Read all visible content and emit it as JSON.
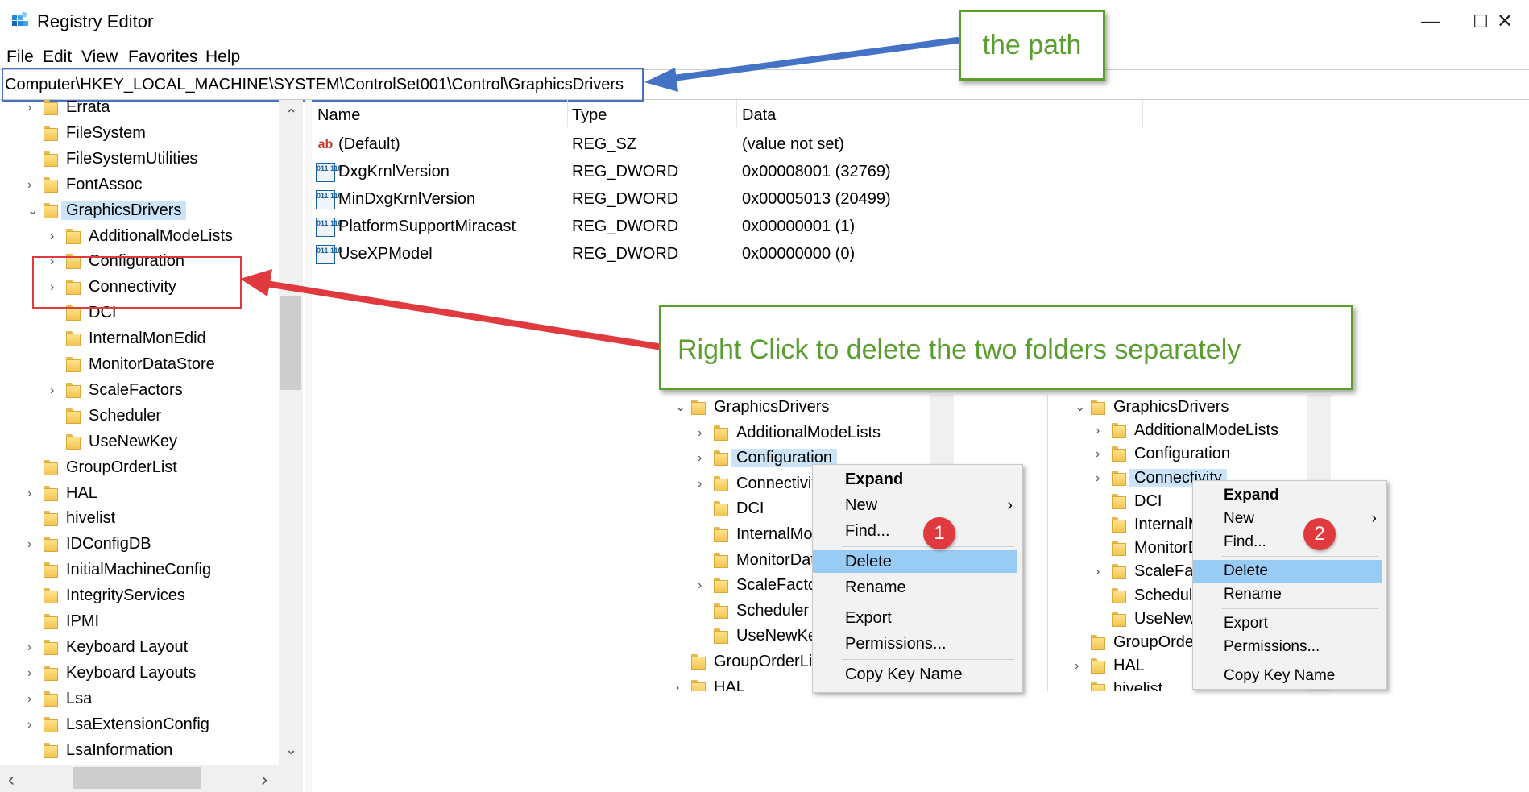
{
  "window": {
    "title": "Registry Editor",
    "minimize_glyph": "—",
    "maximize_glyph": "☐",
    "close_glyph": "✕"
  },
  "menu": [
    "File",
    "Edit",
    "View",
    "Favorites",
    "Help"
  ],
  "address": "Computer\\HKEY_LOCAL_MACHINE\\SYSTEM\\ControlSet001\\Control\\GraphicsDrivers",
  "tree": [
    {
      "label": "Errata",
      "expander": "›"
    },
    {
      "label": "FileSystem",
      "expander": ""
    },
    {
      "label": "FileSystemUtilities",
      "expander": ""
    },
    {
      "label": "FontAssoc",
      "expander": "›"
    },
    {
      "label": "GraphicsDrivers",
      "expander": "⌄"
    },
    {
      "label": "AdditionalModeLists",
      "expander": "›"
    },
    {
      "label": "Configuration",
      "expander": "›"
    },
    {
      "label": "Connectivity",
      "expander": "›"
    },
    {
      "label": "DCI",
      "expander": ""
    },
    {
      "label": "InternalMonEdid",
      "expander": ""
    },
    {
      "label": "MonitorDataStore",
      "expander": ""
    },
    {
      "label": "ScaleFactors",
      "expander": "›"
    },
    {
      "label": "Scheduler",
      "expander": ""
    },
    {
      "label": "UseNewKey",
      "expander": ""
    },
    {
      "label": "GroupOrderList",
      "expander": ""
    },
    {
      "label": "HAL",
      "expander": "›"
    },
    {
      "label": "hivelist",
      "expander": ""
    },
    {
      "label": "IDConfigDB",
      "expander": "›"
    },
    {
      "label": "InitialMachineConfig",
      "expander": ""
    },
    {
      "label": "IntegrityServices",
      "expander": ""
    },
    {
      "label": "IPMI",
      "expander": ""
    },
    {
      "label": "Keyboard Layout",
      "expander": "›"
    },
    {
      "label": "Keyboard Layouts",
      "expander": "›"
    },
    {
      "label": "Lsa",
      "expander": "›"
    },
    {
      "label": "LsaExtensionConfig",
      "expander": "›"
    },
    {
      "label": "LsaInformation",
      "expander": ""
    }
  ],
  "scroll_glyphs": {
    "up": "⌃",
    "down": "⌄",
    "left": "‹",
    "right": "›"
  },
  "columns": {
    "name": "Name",
    "type": "Type",
    "data": "Data"
  },
  "values": [
    {
      "icon": "string-value-icon",
      "glyph": "ab",
      "name": "(Default)",
      "type": "REG_SZ",
      "data": "(value not set)"
    },
    {
      "icon": "dword-value-icon",
      "glyph": "011 110",
      "name": "DxgKrnlVersion",
      "type": "REG_DWORD",
      "data": "0x00008001 (32769)"
    },
    {
      "icon": "dword-value-icon",
      "glyph": "011 110",
      "name": "MinDxgKrnlVersion",
      "type": "REG_DWORD",
      "data": "0x00005013 (20499)"
    },
    {
      "icon": "dword-value-icon",
      "glyph": "011 110",
      "name": "PlatformSupportMiracast",
      "type": "REG_DWORD",
      "data": "0x00000001 (1)"
    },
    {
      "icon": "dword-value-icon",
      "glyph": "011 110",
      "name": "UseXPModel",
      "type": "REG_DWORD",
      "data": "0x00000000 (0)"
    }
  ],
  "callouts": {
    "path": "the path",
    "delete": "Right Click to delete the two folders separately"
  },
  "colors": {
    "callout_green": "#5a9e2f",
    "path_arrow": "#4472c4",
    "red_arrow": "#e0393e",
    "highlight": "#99ccf5"
  },
  "mini1": {
    "tree": [
      {
        "label": "GraphicsDrivers",
        "expander": "⌄"
      },
      {
        "label": "AdditionalModeLists",
        "expander": "›"
      },
      {
        "label": "Configuration",
        "expander": "›"
      },
      {
        "label": "Connectivity",
        "expander": "›"
      },
      {
        "label": "DCI",
        "expander": ""
      },
      {
        "label": "InternalMonEdid",
        "expander": ""
      },
      {
        "label": "MonitorDataStore",
        "expander": ""
      },
      {
        "label": "ScaleFactors",
        "expander": "›"
      },
      {
        "label": "Scheduler",
        "expander": ""
      },
      {
        "label": "UseNewKey",
        "expander": ""
      },
      {
        "label": "GroupOrderList",
        "expander": ""
      },
      {
        "label": "HAL",
        "expander": "›"
      }
    ],
    "badge": "1"
  },
  "mini2": {
    "tree": [
      {
        "label": "GraphicsDrivers",
        "expander": "⌄"
      },
      {
        "label": "AdditionalModeLists",
        "expander": "›"
      },
      {
        "label": "Configuration",
        "expander": "›"
      },
      {
        "label": "Connectivity",
        "expander": "›"
      },
      {
        "label": "DCI",
        "expander": ""
      },
      {
        "label": "InternalMonEdid",
        "expander": ""
      },
      {
        "label": "MonitorDataStore",
        "expander": ""
      },
      {
        "label": "ScaleFactors",
        "expander": "›"
      },
      {
        "label": "Scheduler",
        "expander": ""
      },
      {
        "label": "UseNewKey",
        "expander": ""
      },
      {
        "label": "GroupOrderList",
        "expander": ""
      },
      {
        "label": "HAL",
        "expander": "›"
      },
      {
        "label": "hivelist",
        "expander": ""
      }
    ],
    "badge": "2"
  },
  "context_menu": {
    "expand": "Expand",
    "new": "New",
    "new_arrow": "›",
    "find": "Find...",
    "delete": "Delete",
    "rename": "Rename",
    "export": "Export",
    "permissions": "Permissions...",
    "copy_key_name": "Copy Key Name"
  }
}
